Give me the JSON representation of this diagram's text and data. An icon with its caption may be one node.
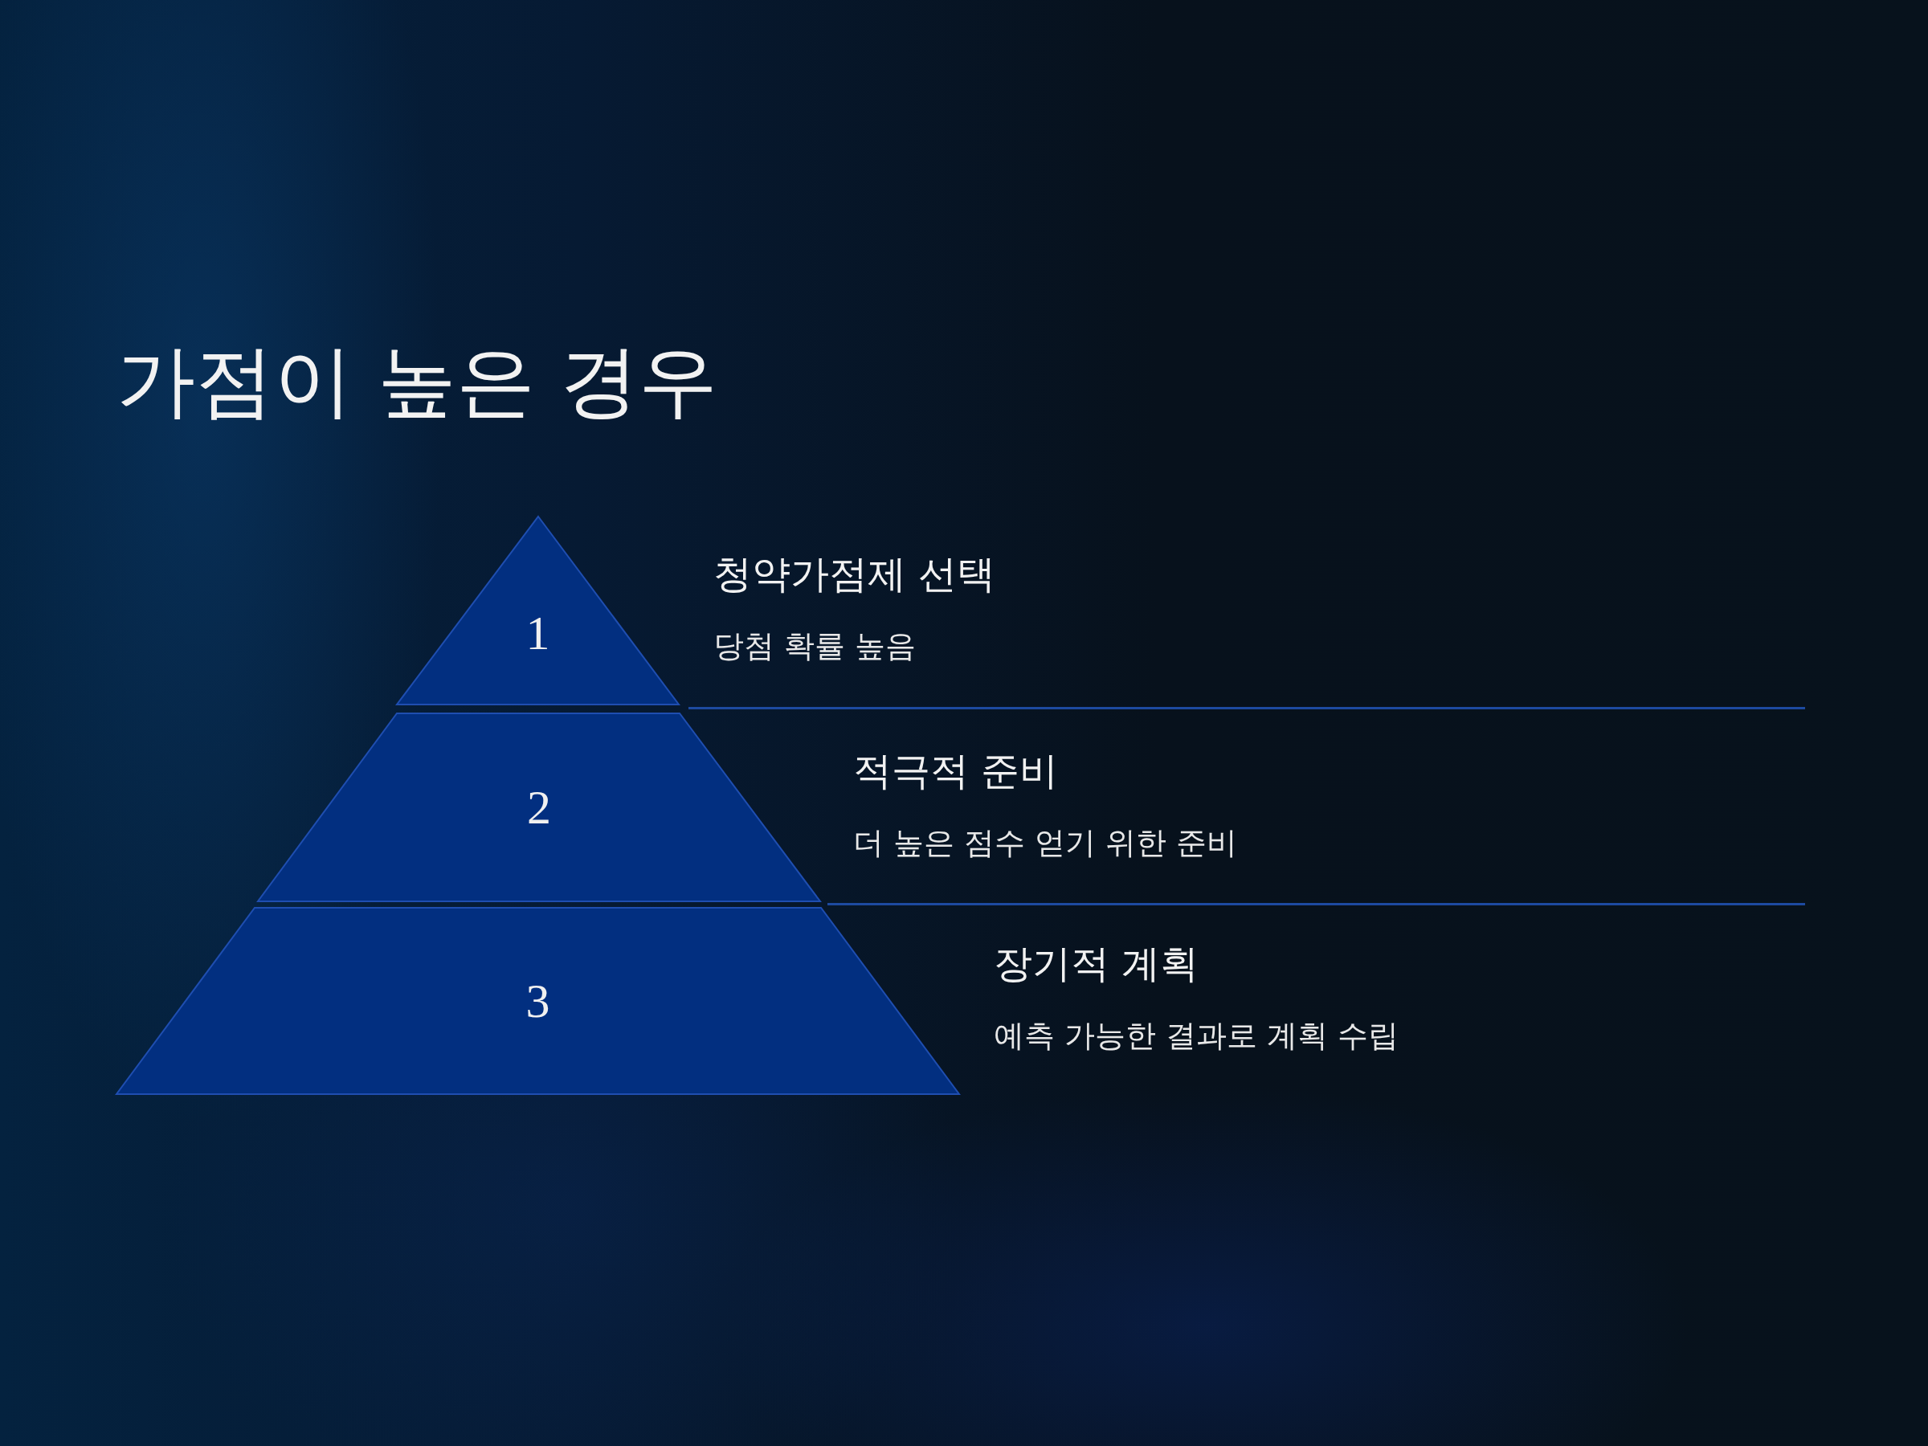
{
  "diagram": {
    "title": "가점이 높은 경우",
    "nodes": [
      {
        "text": [
          "1"
        ],
        "beside": [
          "청약가점제 선택",
          "당첨 확률 높음"
        ]
      },
      {
        "text": [
          "2"
        ],
        "beside": [
          "적극적 준비",
          "더 높은 점수 얻기 위한 준비"
        ]
      },
      {
        "text": [
          "3"
        ],
        "beside": [
          "장기적 계획",
          "예측 가능한 결과로 계획 수립"
        ]
      }
    ]
  }
}
